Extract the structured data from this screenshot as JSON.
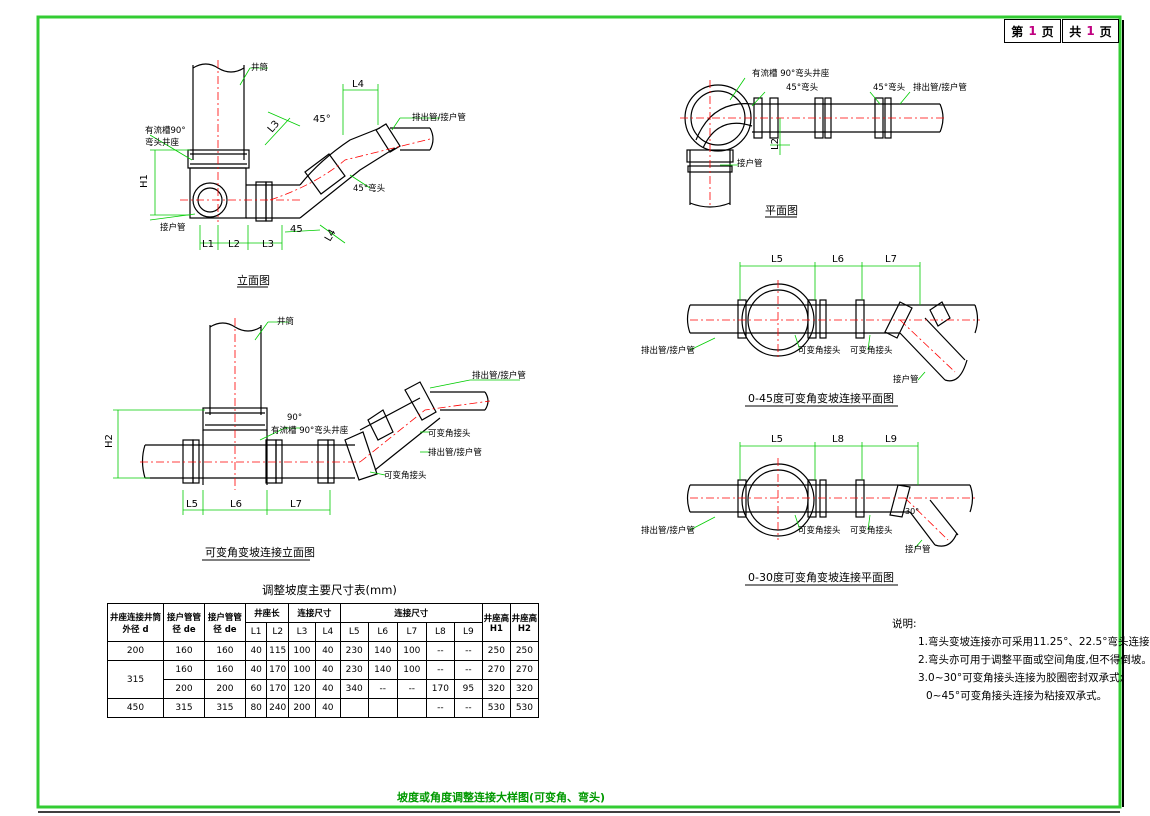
{
  "header": {
    "page_label_1": "第",
    "page_num": "1",
    "page_label_2": "页",
    "total_label_1": "共",
    "total_num": "1",
    "total_label_2": "页"
  },
  "views": {
    "elevation_title": "立面图",
    "plan_title": "平面图",
    "variable_elevation_title": "可变角变坡连接立面图",
    "plan45_title": "0-45度可变角变坡连接平面图",
    "plan30_title": "0-30度可变角变坡连接平面图"
  },
  "labels": {
    "well": "井筒",
    "base1": "有流槽90°",
    "base2": "弯头井座",
    "base_plan": "有流槽 90°弯头井座",
    "outlet": "排出管/接户管",
    "lateral": "接户管",
    "elbow45": "45°弯头",
    "var_joint": "可变角接头",
    "base_var_1": "90°",
    "base_var_2": "有流槽 90°弯头井座",
    "deg45": "45°",
    "deg45b": "45",
    "deg30": "30°"
  },
  "dims": {
    "L1": "L1",
    "L2": "L2",
    "L3": "L3",
    "L4": "L4",
    "L5": "L5",
    "L6": "L6",
    "L7": "L7",
    "L8": "L8",
    "L9": "L9",
    "H1": "H1",
    "H2": "H2"
  },
  "table": {
    "title": "调整坡度主要尺寸表(mm)",
    "h_d": "井座连接井筒外径 d",
    "h_de1": "接户管管径 de",
    "h_de2": "接户管管径 de",
    "h_seat": "井座长",
    "h_conn": "连接尺寸",
    "h_conn2": "连接尺寸",
    "h_H1": "井座高 H1",
    "h_H2": "井座高 H2",
    "sub": [
      "L1",
      "L2",
      "L3",
      "L4",
      "L5",
      "L6",
      "L7",
      "L8",
      "L9"
    ],
    "rows": [
      [
        "200",
        "160",
        "160",
        "40",
        "115",
        "100",
        "40",
        "230",
        "140",
        "100",
        "--",
        "--",
        "250",
        "250"
      ],
      [
        "315",
        "160",
        "160",
        "40",
        "170",
        "100",
        "40",
        "230",
        "140",
        "100",
        "--",
        "--",
        "270",
        "270"
      ],
      [
        "",
        "200",
        "200",
        "60",
        "170",
        "120",
        "40",
        "340",
        "--",
        "--",
        "170",
        "95",
        "320",
        "320"
      ],
      [
        "450",
        "315",
        "315",
        "80",
        "240",
        "200",
        "40",
        "",
        "",
        "",
        "--",
        "--",
        "530",
        "530"
      ]
    ]
  },
  "notes": {
    "title": "说明:",
    "items": [
      "1.弯头变坡连接亦可采用11.25°、22.5°弯头连接。",
      "2.弯头亦可用于调整平面或空间角度,但不得倒坡。",
      "3.0~30°可变角接头连接为胶圈密封双承式;",
      "0~45°可变角接头连接为粘接双承式。"
    ]
  },
  "footer": {
    "title": "坡度或角度调整连接大样图(可变角、弯头)"
  },
  "colors": {
    "frame": "#33cc33",
    "dim": "#00cc00",
    "center": "#ff0000",
    "ink": "#000000",
    "accent": "#009900"
  }
}
